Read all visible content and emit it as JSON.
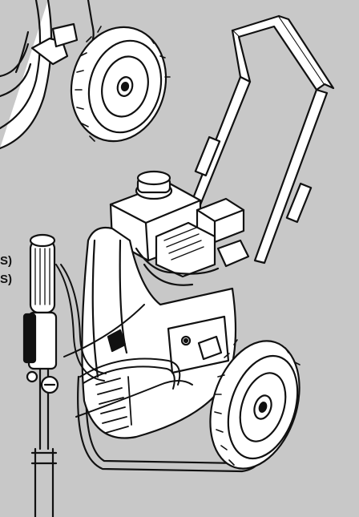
{
  "illustration": {
    "subject": "gas-engine-airless-sprayer-cart",
    "callout_lines": [
      "S)",
      "S)"
    ]
  }
}
